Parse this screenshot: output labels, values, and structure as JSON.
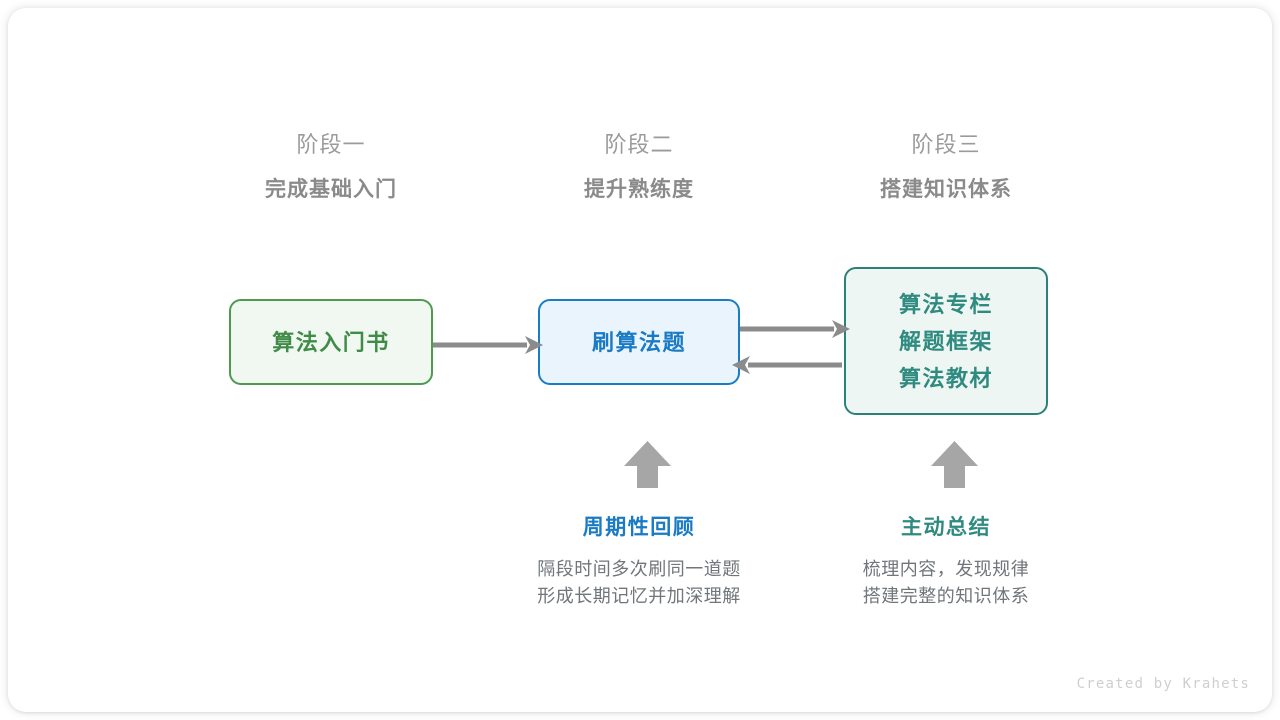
{
  "diagram": {
    "phases": [
      {
        "number": "阶段一",
        "title": "完成基础入门"
      },
      {
        "number": "阶段二",
        "title": "提升熟练度"
      },
      {
        "number": "阶段三",
        "title": "搭建知识体系"
      }
    ],
    "nodes": [
      {
        "id": "book",
        "lines": [
          "算法入门书"
        ],
        "border_color": "#4e9a51",
        "fill_color": "#f1f8f1",
        "text_color": "#3f8b47"
      },
      {
        "id": "practice",
        "lines": [
          "刷算法题"
        ],
        "border_color": "#1b7cc6",
        "fill_color": "#e9f4fc",
        "text_color": "#1a7ac4"
      },
      {
        "id": "knowledge",
        "lines": [
          "算法专栏",
          "解题框架",
          "算法教材"
        ],
        "border_color": "#2c807a",
        "fill_color": "#eef6f4",
        "text_color": "#2f8a7f"
      }
    ],
    "connectors": [
      {
        "id": "book-to-practice",
        "from": "book",
        "to": "practice",
        "direction": "right"
      },
      {
        "id": "practice-to-knowledge",
        "from": "practice",
        "to": "knowledge",
        "direction": "right"
      },
      {
        "id": "knowledge-to-practice",
        "from": "knowledge",
        "to": "practice",
        "direction": "left"
      }
    ],
    "annotations": [
      {
        "id": "review",
        "title": "周期性回顾",
        "desc_lines": [
          "隔段时间多次刷同一道题",
          "形成长期记忆并加深理解"
        ],
        "color": "#1a7ac4"
      },
      {
        "id": "summary",
        "title": "主动总结",
        "desc_lines": [
          "梳理内容，发现规律",
          "搭建完整的知识体系"
        ],
        "color": "#2f8a7f"
      }
    ],
    "arrow_color": "#8b8b8b",
    "credit": "Created by Krahets"
  }
}
